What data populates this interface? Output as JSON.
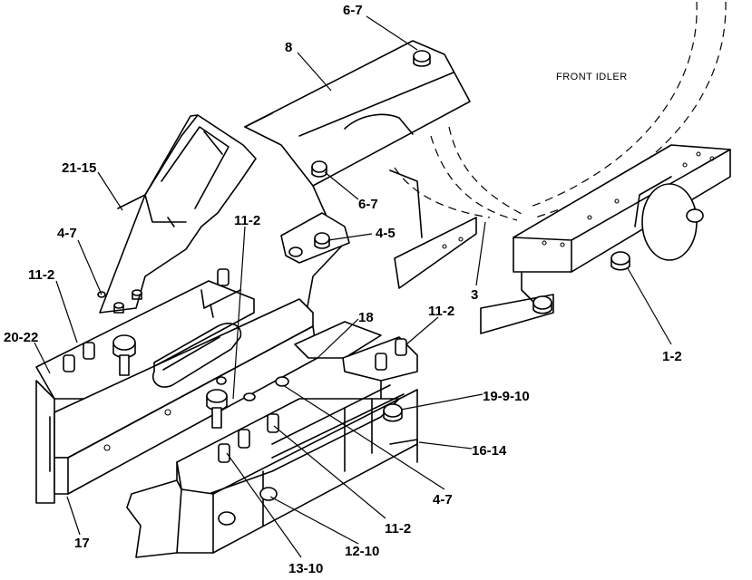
{
  "caption": "FRONT IDLER",
  "labels": {
    "l_6_7_top": "6-7",
    "l_8": "8",
    "l_21_15": "21-15",
    "l_4_7_left": "4-7",
    "l_11_2_left": "11-2",
    "l_20_22": "20-22",
    "l_11_2_mid": "11-2",
    "l_6_7_mid": "6-7",
    "l_4_5": "4-5",
    "l_3": "3",
    "l_1_2": "1-2",
    "l_18": "18",
    "l_11_2_right": "11-2",
    "l_19_9_10": "19-9-10",
    "l_16_14": "16-14",
    "l_4_7_bottom": "4-7",
    "l_11_2_bottom": "11-2",
    "l_12_10": "12-10",
    "l_13_10": "13-10",
    "l_17": "17"
  }
}
